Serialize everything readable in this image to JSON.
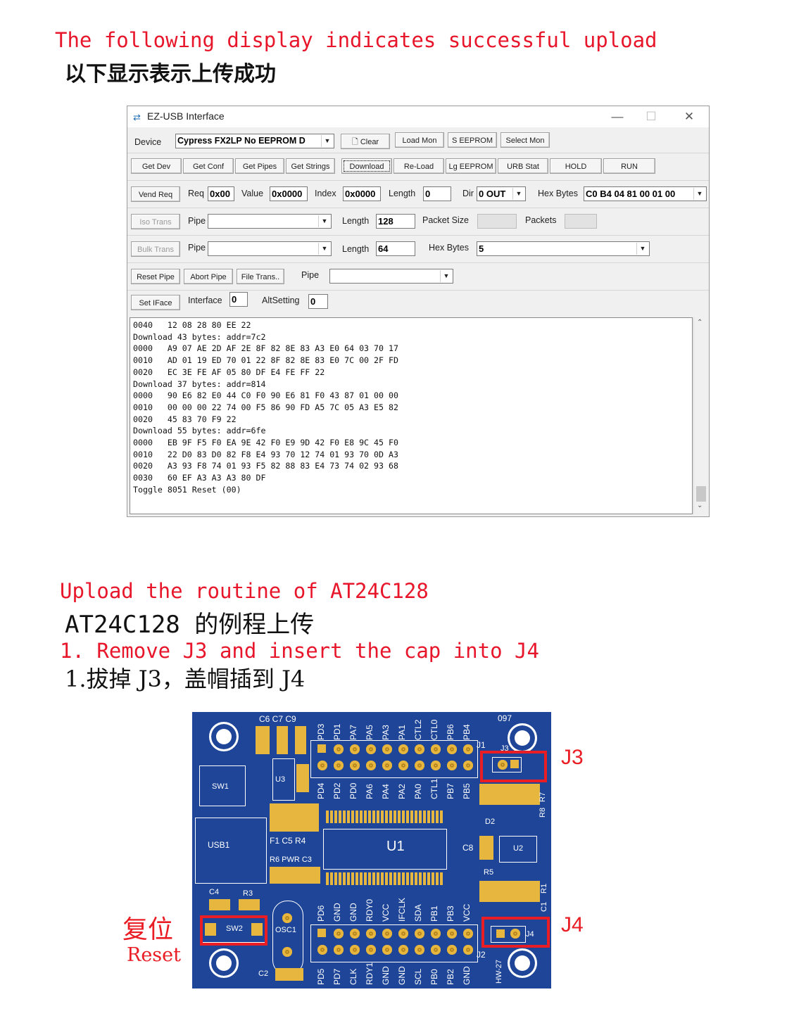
{
  "heading1": {
    "english": "The following display indicates successful upload",
    "chinese": "以下显示表示上传成功"
  },
  "window": {
    "title": "EZ-USB Interface",
    "device_label": "Device",
    "device_value": "Cypress FX2LP No EEPROM D",
    "row1_buttons": [
      "Clear",
      "Load Mon",
      "S EEPROM",
      "Select Mon"
    ],
    "row2_buttons": [
      "Get Dev",
      "Get Conf",
      "Get Pipes",
      "Get Strings",
      "Download",
      "Re-Load",
      "Lg EEPROM",
      "URB Stat",
      "HOLD",
      "RUN"
    ],
    "vend": {
      "button": "Vend Req",
      "req_label": "Req",
      "req_value": "0x00",
      "value_label": "Value",
      "value_value": "0x0000",
      "index_label": "Index",
      "index_value": "0x0000",
      "length_label": "Length",
      "length_value": "0",
      "dir_label": "Dir",
      "dir_value": "0 OUT",
      "hex_label": "Hex Bytes",
      "hex_value": "C0 B4 04 81 00 01 00"
    },
    "iso": {
      "button": "Iso Trans",
      "pipe_label": "Pipe",
      "length_label": "Length",
      "length_value": "128",
      "packet_size_label": "Packet Size",
      "packets_label": "Packets"
    },
    "bulk": {
      "button": "Bulk Trans",
      "pipe_label": "Pipe",
      "length_label": "Length",
      "length_value": "64",
      "hex_label": "Hex Bytes",
      "hex_value": "5"
    },
    "reset_row": {
      "buttons": [
        "Reset Pipe",
        "Abort Pipe",
        "File Trans.."
      ],
      "pipe_label": "Pipe"
    },
    "iface_row": {
      "button": "Set IFace",
      "interface_label": "Interface",
      "interface_value": "0",
      "altsetting_label": "AltSetting",
      "altsetting_value": "0"
    },
    "log_lines": [
      "0040   12 08 28 80 EE 22",
      "Download 43 bytes: addr=7c2",
      "0000   A9 07 AE 2D AF 2E 8F 82 8E 83 A3 E0 64 03 70 17",
      "0010   AD 01 19 ED 70 01 22 8F 82 8E 83 E0 7C 00 2F FD",
      "0020   EC 3E FE AF 05 80 DF E4 FE FF 22",
      "Download 37 bytes: addr=814",
      "0000   90 E6 82 E0 44 C0 F0 90 E6 81 F0 43 87 01 00 00",
      "0010   00 00 00 22 74 00 F5 86 90 FD A5 7C 05 A3 E5 82",
      "0020   45 83 70 F9 22",
      "Download 55 bytes: addr=6fe",
      "0000   EB 9F F5 F0 EA 9E 42 F0 E9 9D 42 F0 E8 9C 45 F0",
      "0010   22 D0 83 D0 82 F8 E4 93 70 12 74 01 93 70 0D A3",
      "0020   A3 93 F8 74 01 93 F5 82 88 83 E4 73 74 02 93 68",
      "0030   60 EF A3 A3 A3 80 DF",
      "Toggle 8051 Reset (00)"
    ]
  },
  "heading2": {
    "english": "Upload the routine of AT24C128",
    "chinese": "AT24C128 的例程上传"
  },
  "step1": {
    "english": "1. Remove J3 and insert the cap into J4",
    "chinese": "1.拔掉 J3，盖帽插到 J4"
  },
  "board": {
    "top_labels": [
      "PD3",
      "PD1",
      "PA7",
      "PA5",
      "PA3",
      "PA1",
      "CTL2",
      "CTL0",
      "PB6",
      "PB4"
    ],
    "top_labels_row2": [
      "PD4",
      "PD2",
      "PD0",
      "PA6",
      "PA4",
      "PA2",
      "PA0",
      "CTL1",
      "PB7",
      "PB5"
    ],
    "bottom_labels": [
      "PD6",
      "GND",
      "GND",
      "RDY0",
      "VCC",
      "IFCLK",
      "SDA",
      "PB1",
      "PB3",
      "VCC"
    ],
    "bottom_labels_row2": [
      "PD5",
      "PD7",
      "CLK",
      "RDY1",
      "GND",
      "GND",
      "SCL",
      "PB0",
      "PB2",
      "GND"
    ],
    "silkscreen": {
      "cap_top": "C6 C7 C9",
      "code": "097",
      "j1": "J1",
      "j3": "J3",
      "u3": "U3",
      "sw1": "SW1",
      "r7": "R7",
      "r8": "R8",
      "d2": "D2",
      "usb": "USB1",
      "f1": "F1 C5 R4",
      "u1": "U1",
      "c8": "C8",
      "u2": "U2",
      "r6": "R6 PWR C3",
      "r5": "R5",
      "r1": "R1",
      "c1": "C1",
      "c4": "C4",
      "r3": "R3",
      "sw2": "SW2",
      "osc": "OSC1",
      "j2": "J2",
      "j4": "J4",
      "c2": "C2",
      "hw": "HW-27"
    },
    "callout_j3": "J3",
    "callout_j4": "J4",
    "reset_cn": "复位",
    "reset_en": "Reset"
  }
}
